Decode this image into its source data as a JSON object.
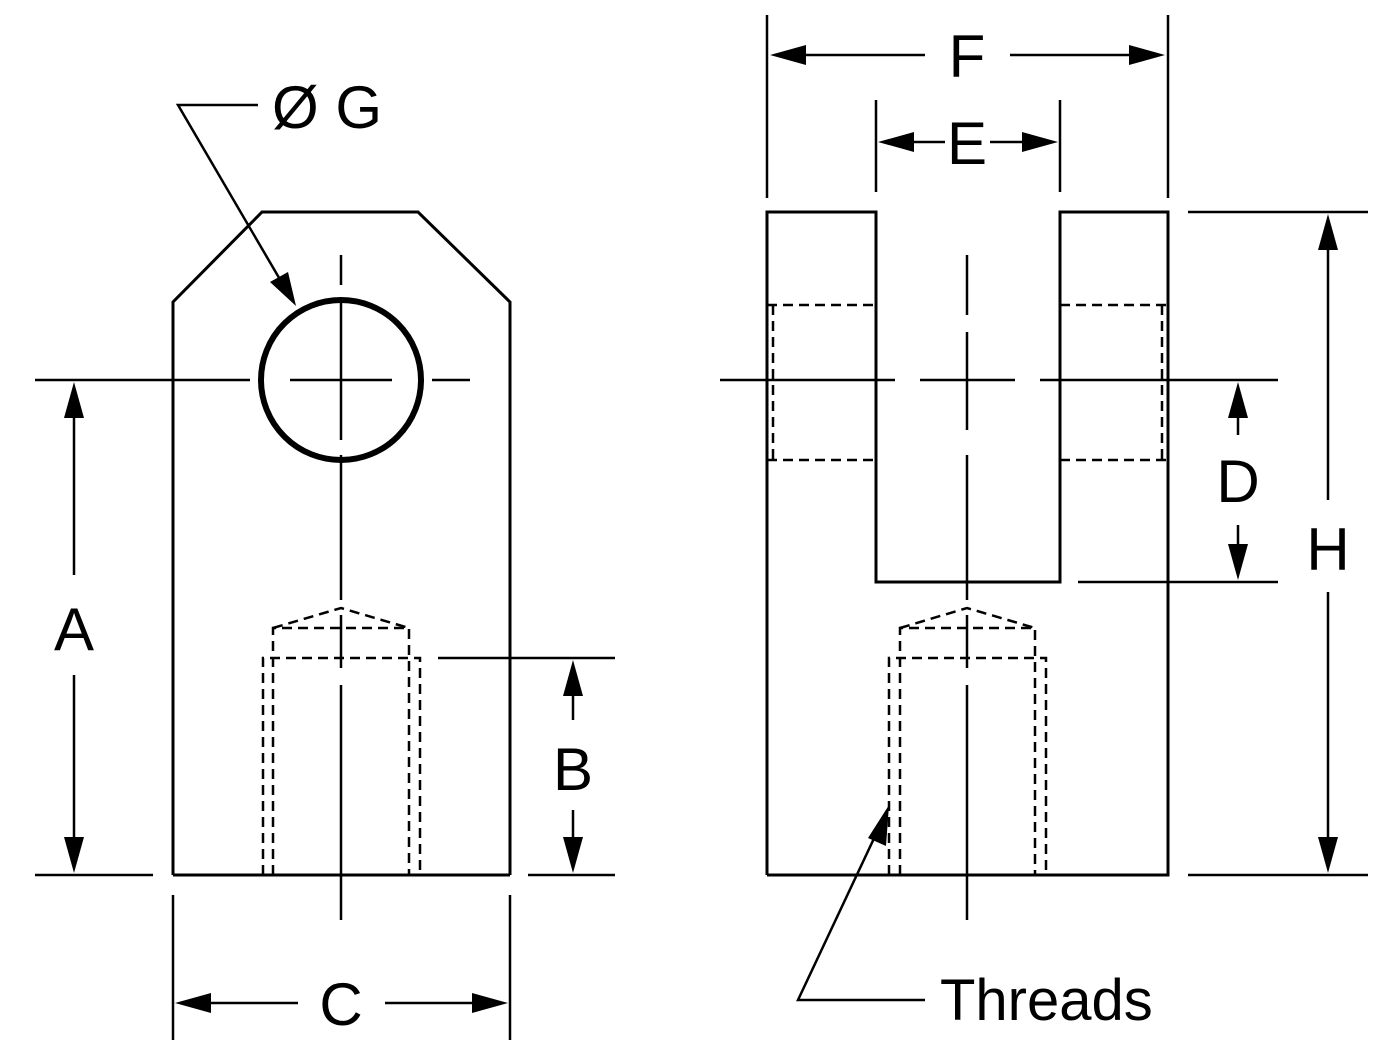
{
  "labels": {
    "A": "A",
    "B": "B",
    "C": "C",
    "D": "D",
    "E": "E",
    "F": "F",
    "G": "Ø G",
    "H": "H",
    "threads": "Threads"
  }
}
